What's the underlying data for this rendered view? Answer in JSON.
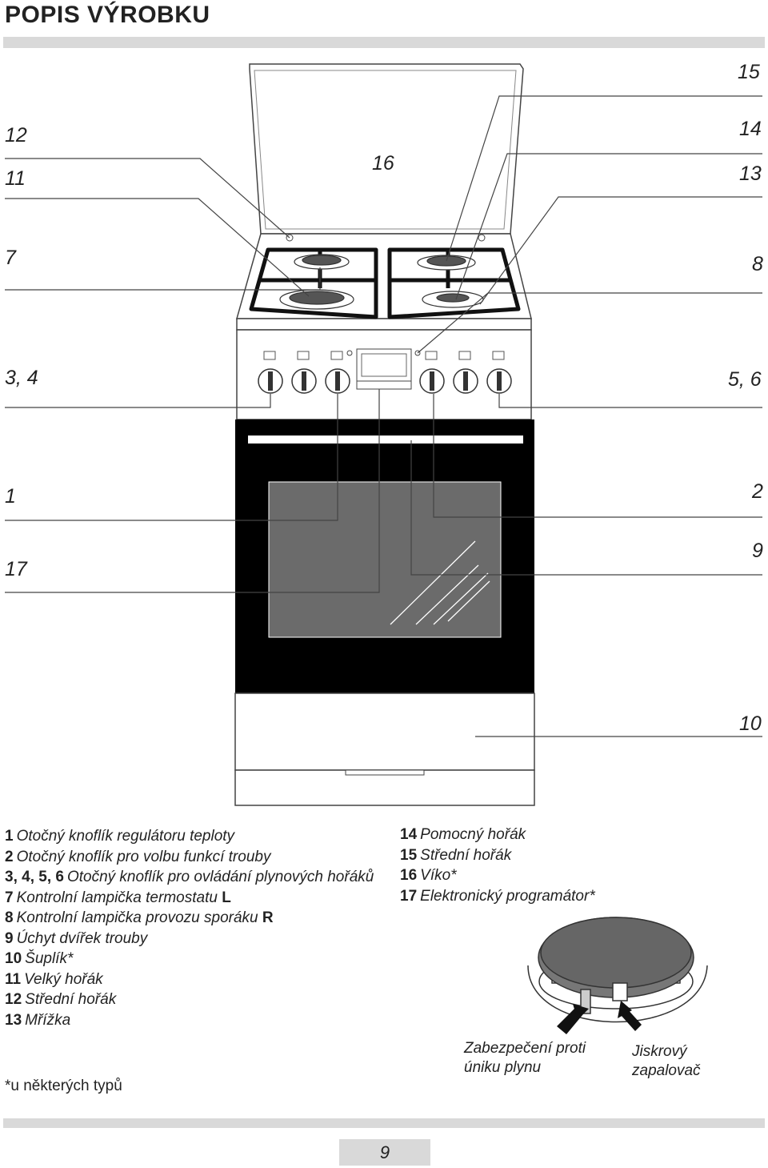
{
  "title": "POPIS VÝROBKU",
  "labels": {
    "n15": "15",
    "n12": "12",
    "n16": "16",
    "n14": "14",
    "n11": "11",
    "n13": "13",
    "n7": "7",
    "n8": "8",
    "n34": "3, 4",
    "n56": "5, 6",
    "n1": "1",
    "n2": "2",
    "n17": "17",
    "n9": "9",
    "n10": "10"
  },
  "legend_left": [
    {
      "n": "1",
      "t": "Otočný knoflík regulátoru teploty"
    },
    {
      "n": "2",
      "t": "Otočný knoflík pro volbu funkcí trouby"
    },
    {
      "n": "3, 4, 5, 6",
      "t": "Otočný knoflík pro ovládání plynových hořáků"
    },
    {
      "n": "7",
      "t": "Kontrolní lampička termostatu ",
      "s": "L"
    },
    {
      "n": "8",
      "t": "Kontrolní lampička provozu sporáku ",
      "s": "R"
    },
    {
      "n": "9",
      "t": "Úchyt dvířek trouby"
    },
    {
      "n": "10",
      "t": "Šuplík*"
    },
    {
      "n": "11",
      "t": "Velký hořák"
    },
    {
      "n": "12",
      "t": "Střední hořák"
    },
    {
      "n": "13",
      "t": "Mřížka"
    }
  ],
  "note": "*u některých typů",
  "legend_right": [
    {
      "n": "14",
      "t": "Pomocný hořák"
    },
    {
      "n": "15",
      "t": "Střední hořák"
    },
    {
      "n": "16",
      "t": "Víko*"
    },
    {
      "n": "17",
      "t": "Elektronický programátor*"
    }
  ],
  "callouts": {
    "safety": "Zabezpečení proti úniku plynu",
    "igniter": "Jiskrový zapalovač"
  },
  "page_number": "9"
}
